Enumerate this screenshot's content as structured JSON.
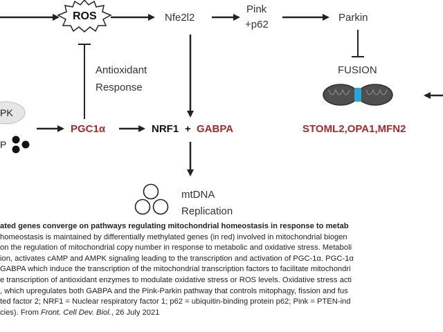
{
  "diagram": {
    "nodes": {
      "ros": "ROS",
      "nfe2l2": "Nfe2l2",
      "pink_line1": "Pink",
      "pink_line2": "+p62",
      "parkin": "Parkin",
      "fusion": "FUSION",
      "antioxidant_line1": "Antioxidant",
      "antioxidant_line2": "Response",
      "ampk_partial": "PK",
      "camp_partial": "P",
      "pgc1a": "PGC1α",
      "nrf1": "NRF1",
      "plus": "+",
      "gabpa": "GABPA",
      "stoml2": "STOML2,OPA1,MFN2",
      "mtdna_line1": "mtDNA",
      "mtdna_line2": "Replication"
    },
    "colors": {
      "methylated_gene": "#a52a2a",
      "arrow": "#222222",
      "mitochondrion_body": "#555555",
      "fusion_site": "#2aa5d8"
    }
  },
  "caption": {
    "title": "ated genes converge on pathways regulating mitochondrial homeostasis in response to metab",
    "lines": [
      " homeostasis is maintained by differentially methylated genes (in red) involved in mitochondrial biogen",
      "on the regulation of mitochondrial copy number in response to metabolic and oxidative stress. Metaboli",
      "ion, activates cAMP and AMPK signaling leading to the transcription and activation of PGC-1α. PGC-1α",
      "GABPA which induce the transcription of the mitochondrial transcription factors to facilitate mitochondri",
      "e transcription of antioxidant enzymes to modulate oxidative stress or ROS levels. Oxidative stress acti",
      ", which upregulates both GABPA and the Pink-Parkin pathway that controls mitophagy, fission and fus",
      "ted factor 2; NRF1 = Nuclear respiratory factor 1; p62 = ubiquitin-binding protein p62; Pink = PTEN-ind"
    ],
    "last_line_prefix": "cies). From ",
    "journal": "Front. Cell Dev. Biol.",
    "last_line_suffix": ", 26 July 2021"
  }
}
